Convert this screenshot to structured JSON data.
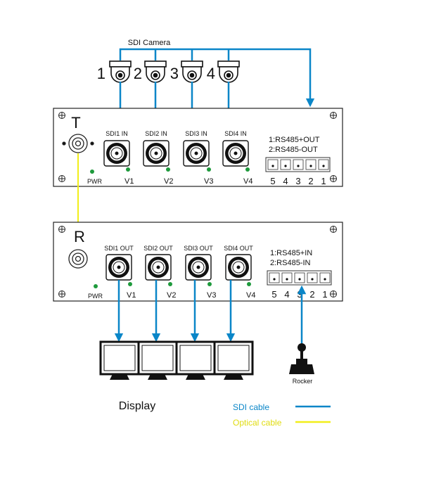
{
  "title": "SDI  Camera",
  "camera_numbers": [
    "1",
    "2",
    "3",
    "4"
  ],
  "transmitter": {
    "letter": "T",
    "inputs": [
      "SDI1 IN",
      "SDI2 IN",
      "SDI3 IN",
      "SDI4 IN"
    ],
    "leds": [
      "V1",
      "V2",
      "V3",
      "V4"
    ],
    "pwr": "PWR",
    "rs485": [
      "1:RS485+OUT",
      "2:RS485-OUT"
    ],
    "pins": [
      "5",
      "4",
      "3",
      "2",
      "1"
    ]
  },
  "receiver": {
    "letter": "R",
    "outputs": [
      "SDI1 OUT",
      "SDI2 OUT",
      "SDI3 OUT",
      "SDI4 OUT"
    ],
    "leds": [
      "V1",
      "V2",
      "V3",
      "V4"
    ],
    "pwr": "PWR",
    "rs485": [
      "1:RS485+IN",
      "2:RS485-IN"
    ],
    "pins": [
      "5",
      "4",
      "3",
      "2",
      "1"
    ]
  },
  "display_label": "Display",
  "rocker_label": "Rocker",
  "legend": {
    "sdi": "SDI cable",
    "optical": "Optical cable"
  },
  "colors": {
    "sdi": "#0a86c8",
    "optical": "#f2ee1a",
    "led": "#1e9a3c"
  }
}
